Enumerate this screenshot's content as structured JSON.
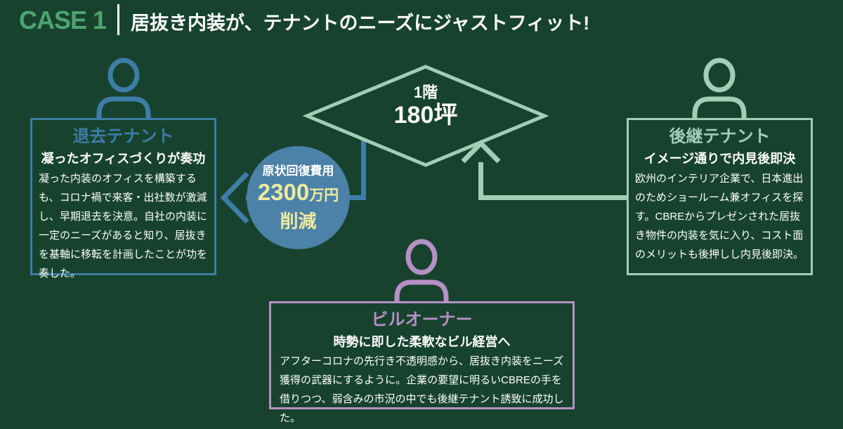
{
  "colors": {
    "background": "#17432E",
    "case_green": "#4FA46F",
    "mint": "#A0CFB6",
    "blue": "#3E7DA7",
    "circle_blue": "#4C81A8",
    "yellow": "#EDEB9D",
    "purple": "#B690C5",
    "white": "#FFFFFF"
  },
  "header": {
    "case_label": "CASE 1",
    "title": "居抜き内装が、テナントのニーズにジャストフィット!"
  },
  "diamond": {
    "line1": "1階",
    "line2": "180坪"
  },
  "cost_circle": {
    "line1": "原状回復費用",
    "amount": "2300",
    "unit": "万円",
    "line3": "削減"
  },
  "tenants": {
    "leaving": {
      "title": "退去テナント",
      "subtitle": "凝ったオフィスづくりが奏功",
      "body": "凝った内装のオフィスを構築するも、コロナ禍で来客・出社数が激減し、早期退去を決意。自社の内装に一定のニーズがあると知り、居抜きを基軸に移転を計画したことが功を奏した。"
    },
    "successor": {
      "title": "後継テナント",
      "subtitle": "イメージ通りで内見後即決",
      "body": "欧州のインテリア企業で、日本進出のためショールーム兼オフィスを探す。CBREからプレゼンされた居抜き物件の内装を気に入り、コスト面のメリットも後押しし内見後即決。"
    },
    "owner": {
      "title": "ビルオーナー",
      "subtitle": "時勢に即した柔軟なビル経営へ",
      "body": "アフターコロナの先行き不透明感から、居抜き内装をニーズ獲得の武器にするように。企業の要望に明るいCBREの手を借りつつ、弱含みの市況の中でも後継テナント誘致に成功した。"
    }
  }
}
